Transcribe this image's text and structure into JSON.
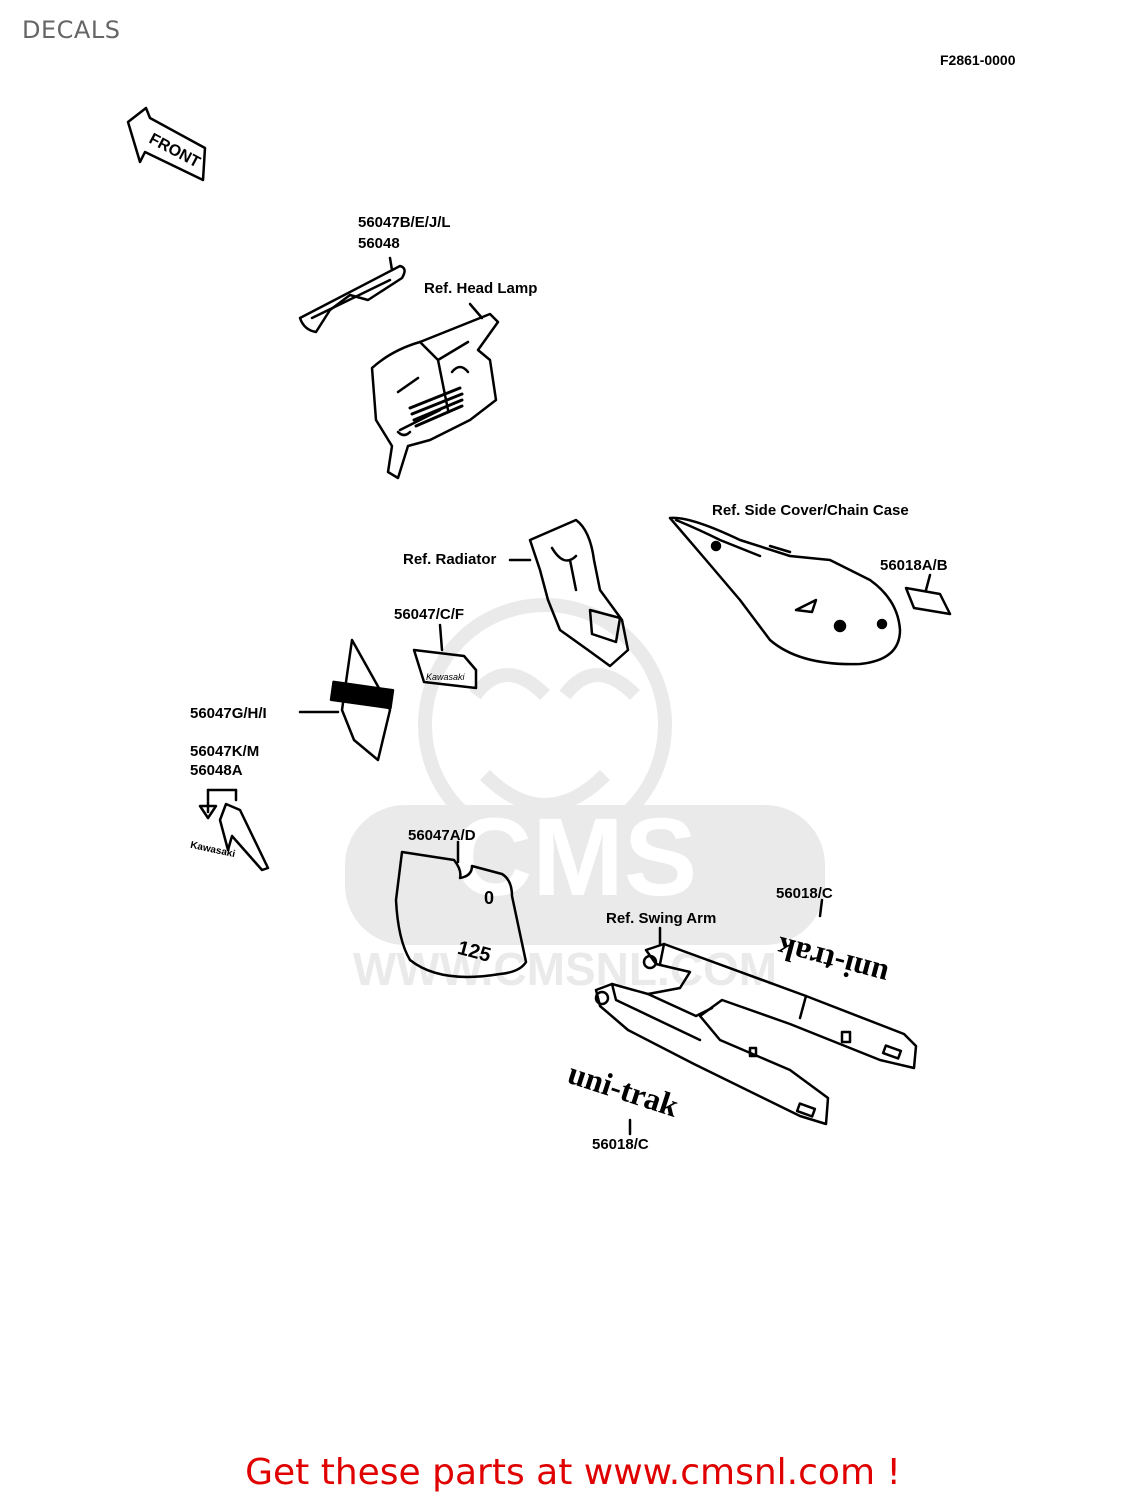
{
  "page": {
    "title": "DECALS",
    "ref_code": "F2861-0000",
    "footer": "Get these parts at www.cmsnl.com !"
  },
  "front_arrow": {
    "label": "FRONT"
  },
  "labels": {
    "p56047b": "56047B/E/J/L",
    "p56048": "56048",
    "ref_head_lamp": "Ref. Head Lamp",
    "ref_side_cover": "Ref. Side Cover/Chain Case",
    "p56018ab": "56018A/B",
    "ref_radiator": "Ref. Radiator",
    "p56047cf": "56047/C/F",
    "p56047ghi": "56047G/H/I",
    "p56047km": "56047K/M",
    "p56048a": "56048A",
    "p56047ad": "56047A/D",
    "p56018c_top": "56018/C",
    "ref_swing_arm": "Ref. Swing Arm",
    "p56018c_bottom": "56018/C"
  },
  "decal_text": {
    "kawasaki_small": "Kawasaki",
    "kawasaki_fork": "Kawasaki",
    "plate_number": "125",
    "plate_zero": "0",
    "unitrak": "uni-trak"
  },
  "watermark": {
    "brand": "CMS",
    "url": "WWW.CMSNL.COM"
  },
  "colors": {
    "line": "#000000",
    "footer": "#e00000",
    "watermark": "#808080"
  }
}
